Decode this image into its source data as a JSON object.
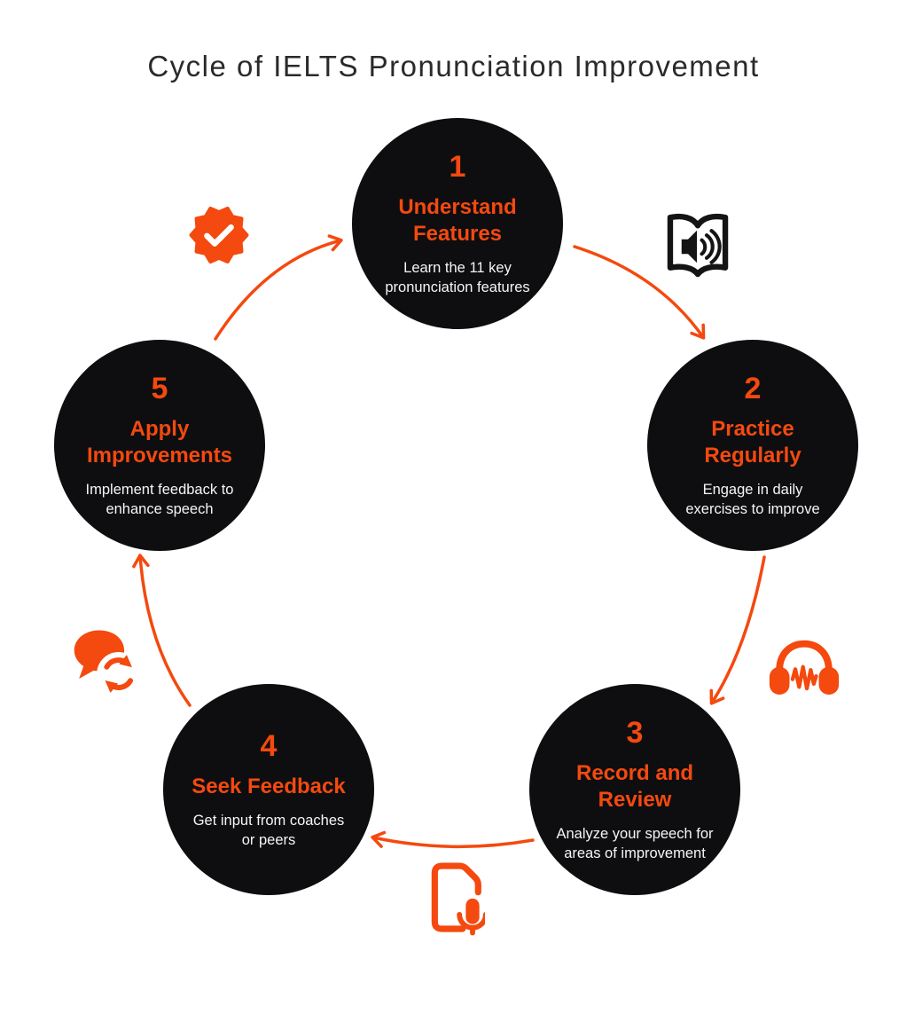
{
  "title": "Cycle of IELTS Pronunciation Improvement",
  "colors": {
    "accent": "#F4490F",
    "circle_bg": "#0E0E10",
    "title_text": "#2A2A2A",
    "desc_text": "#F5F5F5",
    "icon_dark": "#141414",
    "background": "#FFFFFF"
  },
  "steps": [
    {
      "number": "1",
      "title": "Understand\nFeatures",
      "description": "Learn the 11 key\npronunciation features"
    },
    {
      "number": "2",
      "title": "Practice\nRegularly",
      "description": "Engage in daily\nexercises to improve"
    },
    {
      "number": "3",
      "title": "Record and\nReview",
      "description": "Analyze your speech for\nareas of improvement"
    },
    {
      "number": "4",
      "title": "Seek Feedback",
      "description": "Get input from coaches\nor peers"
    },
    {
      "number": "5",
      "title": "Apply\nImprovements",
      "description": "Implement feedback to\nenhance speech"
    }
  ],
  "icons": [
    {
      "name": "verified-check-badge-icon"
    },
    {
      "name": "audiobook-speaker-icon"
    },
    {
      "name": "headphones-waveform-icon"
    },
    {
      "name": "document-microphone-icon"
    },
    {
      "name": "chat-refresh-icon"
    }
  ]
}
